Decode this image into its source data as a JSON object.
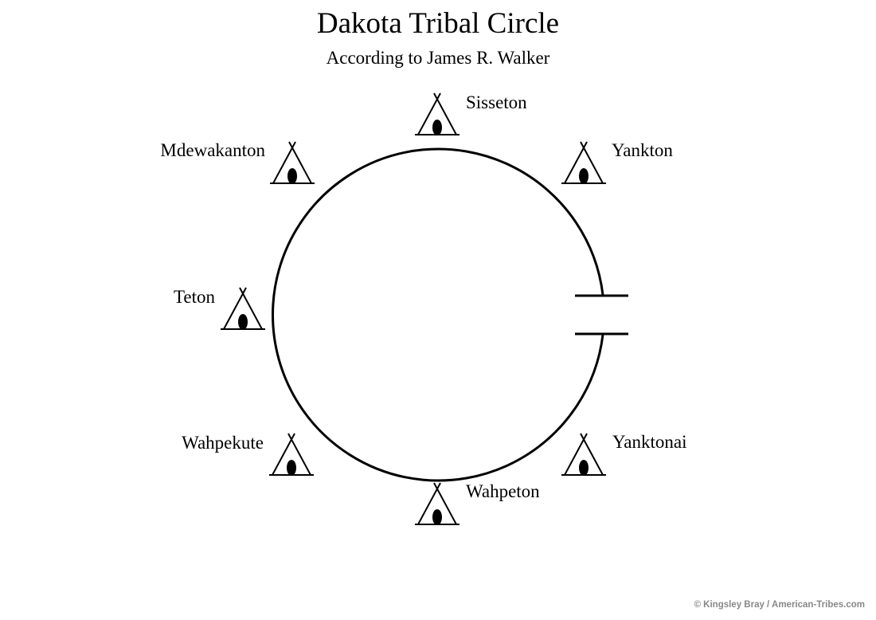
{
  "title": "Dakota Tribal Circle",
  "subtitle": "According to James R. Walker",
  "credit": "© Kingsley Bray / American-Tribes.com",
  "bands": {
    "sisseton": "Sisseton",
    "yankton": "Yankton",
    "mdewakanton": "Mdewakanton",
    "teton": "Teton",
    "wahpekute": "Wahpekute",
    "yanktonai": "Yanktonai",
    "wahpeton": "Wahpeton"
  }
}
